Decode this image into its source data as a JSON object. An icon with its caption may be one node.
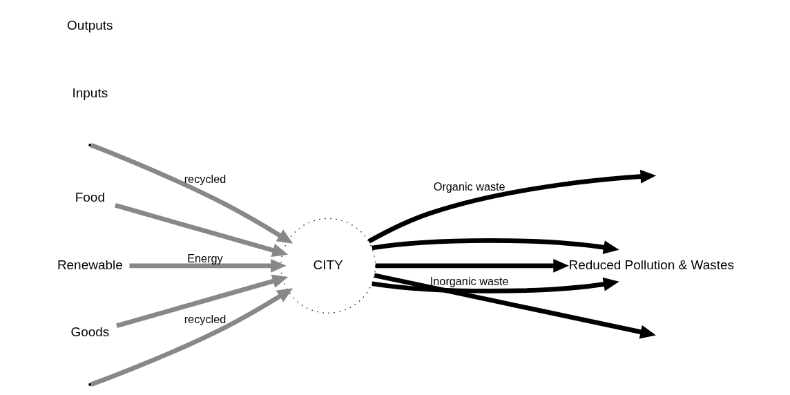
{
  "diagram": {
    "nodes": [
      {
        "text": [
          "CITY"
        ]
      },
      {
        "text": [
          "Food"
        ]
      },
      {
        "text": [
          "Renewable"
        ]
      },
      {
        "text": [
          "Goods"
        ]
      },
      {
        "text": [
          "Reduced Pollution & Wastes"
        ]
      }
    ],
    "edges": [
      {
        "from": 1,
        "to": 0,
        "arrow": "to",
        "color": "#888888"
      },
      {
        "from": 2,
        "to": 0,
        "arrow": "to",
        "label": "Energy",
        "color": "#888888"
      },
      {
        "from": 3,
        "to": 0,
        "arrow": "to",
        "color": "#888888"
      },
      {
        "from": 0,
        "to": 4,
        "arrow": "to",
        "color": "#000000"
      },
      {
        "from": 0,
        "to": 4,
        "arrow": "to",
        "color": "#000000"
      },
      {
        "from": 0,
        "to": 4,
        "arrow": "to",
        "color": "#000000"
      },
      {
        "from": 0,
        "to": null,
        "arrow": "to",
        "label": "Organic waste",
        "color": "#000000"
      },
      {
        "from": 0,
        "to": null,
        "arrow": "to",
        "label": "Inorganic waste",
        "color": "#000000"
      },
      {
        "from": null,
        "to": 0,
        "arrow": "to",
        "label": "recycled",
        "color": "#888888"
      },
      {
        "from": null,
        "to": 0,
        "arrow": "to",
        "label": "recycled",
        "color": "#888888"
      }
    ],
    "labels": [
      "Inputs",
      "Outputs"
    ]
  }
}
